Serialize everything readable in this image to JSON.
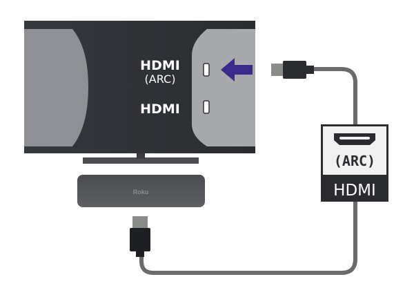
{
  "tv": {
    "port_labels": [
      "HDMI",
      "(ARC)",
      "HDMI"
    ],
    "arrow_color": "#3a2a8c"
  },
  "soundbar": {
    "brand": "Roku"
  },
  "badge": {
    "arc_label": "(ARC)",
    "hdmi_label": "HDMI"
  },
  "icons": [
    "hdmi-port-icon",
    "arrow-left-icon",
    "hdmi-connector-icon"
  ]
}
